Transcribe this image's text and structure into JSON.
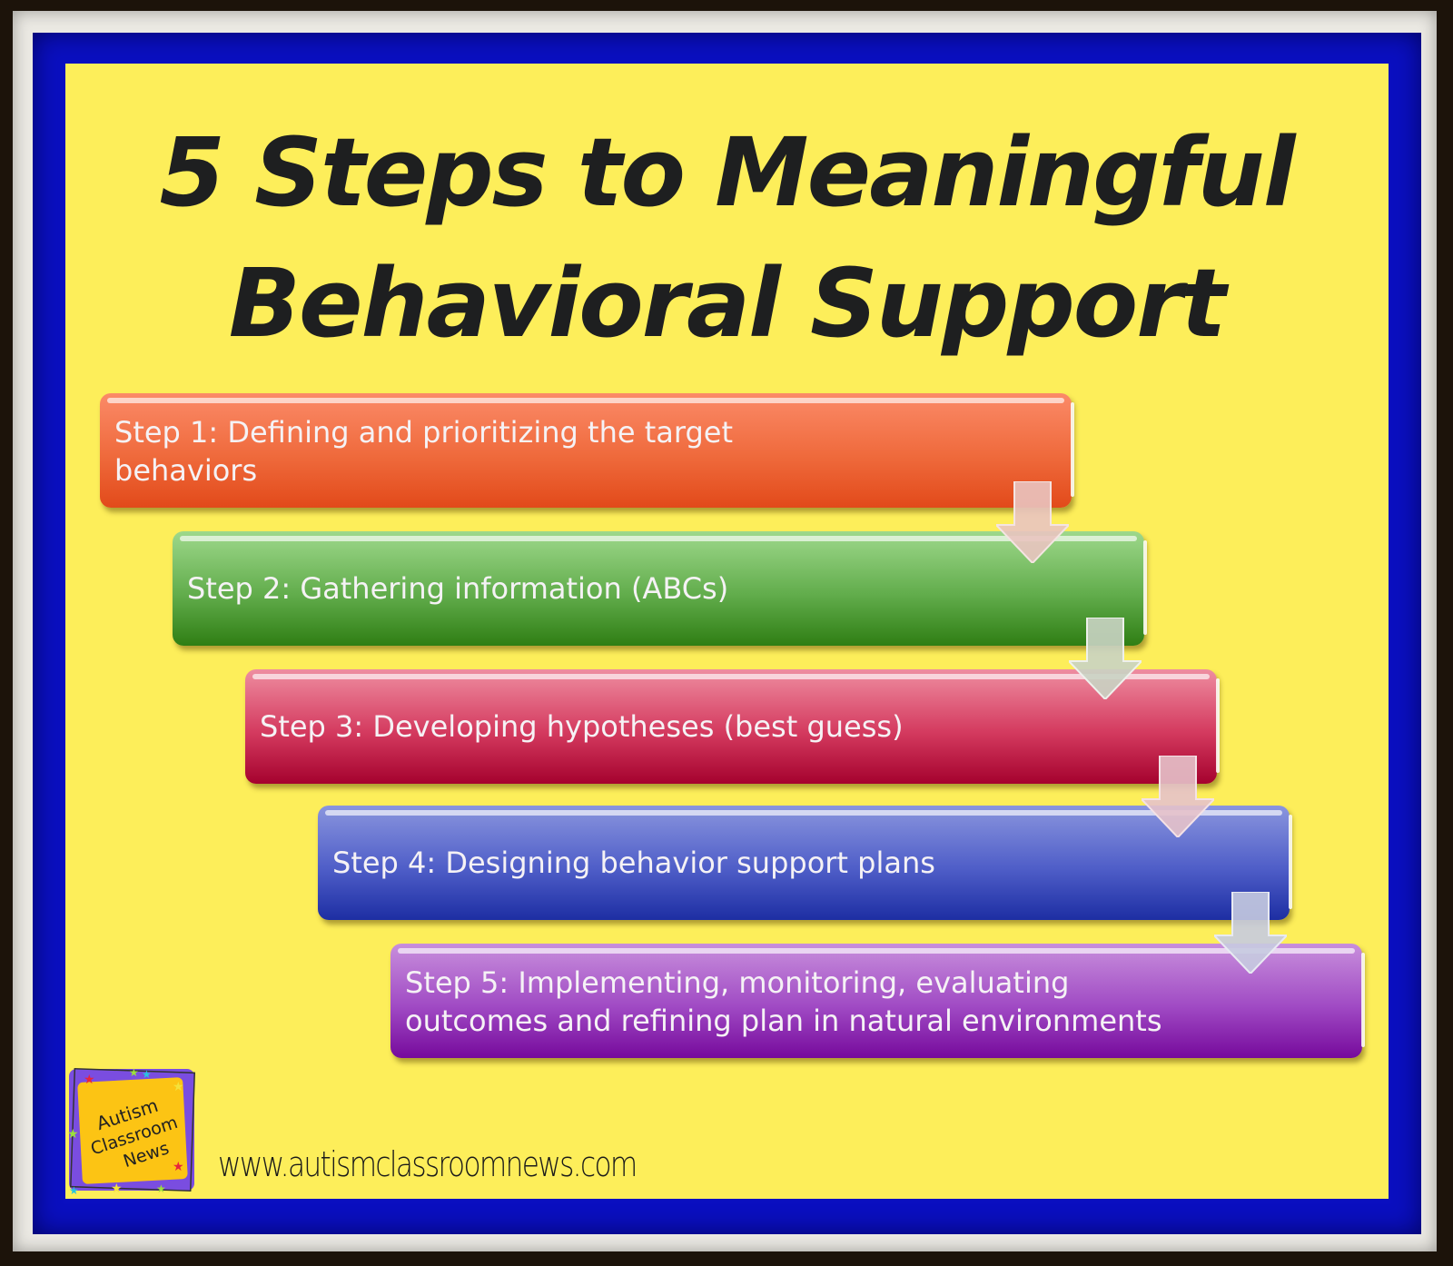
{
  "title": {
    "line1": "5 Steps to Meaningful",
    "line2": "Behavioral Support"
  },
  "steps": [
    {
      "label": "Step 1:   Defining and prioritizing the target behaviors",
      "color": "#ef6a3c"
    },
    {
      "label": "Step 2: Gathering information (ABCs)",
      "color": "#62ad4c"
    },
    {
      "label": "Step 3: Developing hypotheses (best guess)",
      "color": "#d43a5f"
    },
    {
      "label": "Step 4: Designing behavior support plans",
      "color": "#4f5ec8"
    },
    {
      "label": "Step 5: Implementing, monitoring, evaluating outcomes and refining plan in natural environments",
      "color": "#a04ac4"
    }
  ],
  "arrows": [
    "down-arrow-icon",
    "down-arrow-icon",
    "down-arrow-icon",
    "down-arrow-icon"
  ],
  "logo": {
    "line1": "Autism",
    "line2": "Classroom",
    "line3": "News"
  },
  "footer": {
    "url": "www.autismclassroomnews.com"
  },
  "colors": {
    "background": "#fdee5a",
    "frame": "#0a0fc0",
    "title": "#1e1f20"
  }
}
